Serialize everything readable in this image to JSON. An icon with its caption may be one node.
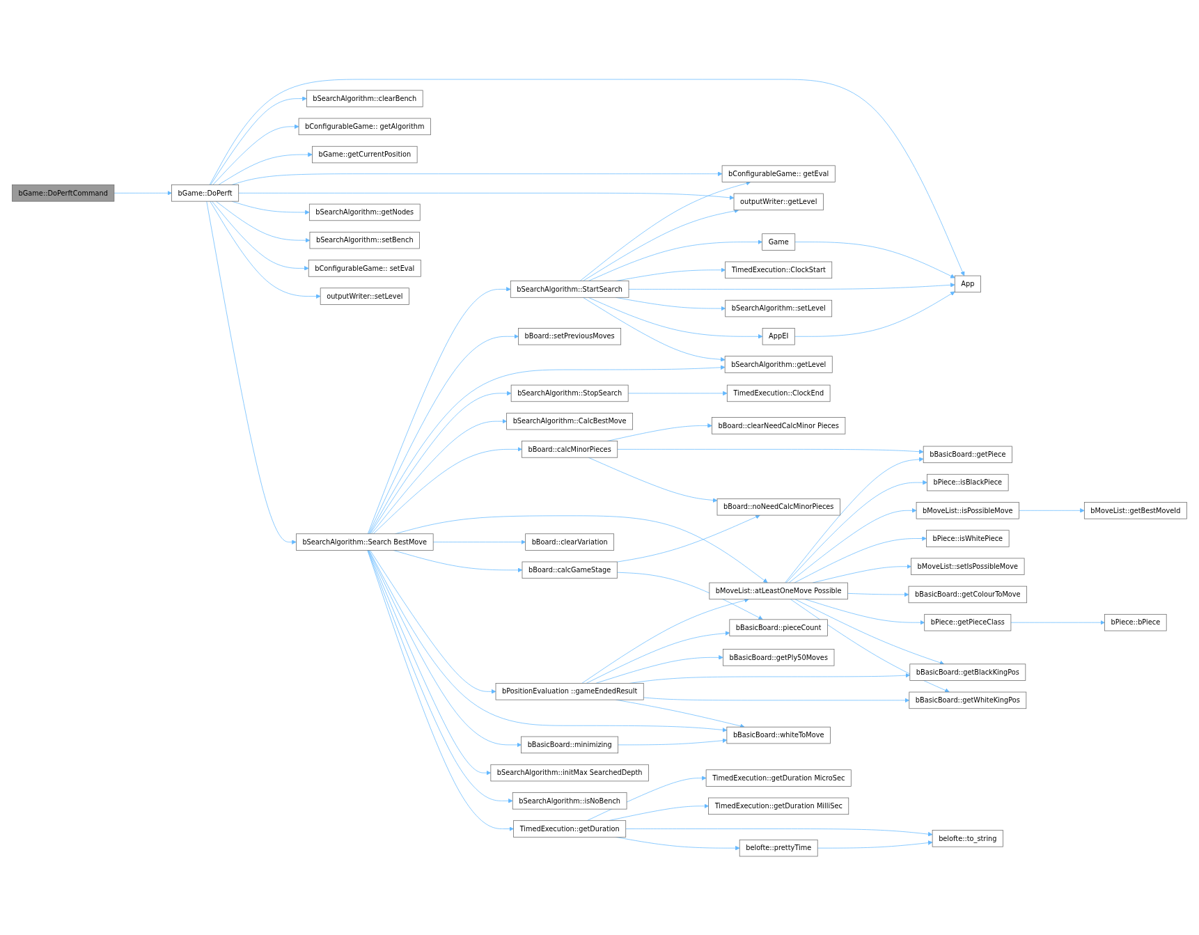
{
  "diagram": {
    "nodes": [
      {
        "text": [
          "bGame::DoPerftCommand"
        ]
      },
      {
        "text": [
          "bGame::DoPerft"
        ]
      },
      {
        "text": [
          "bSearchAlgorithm::clearBench"
        ]
      },
      {
        "text": [
          "bConfigurableGame:: getAlgorithm"
        ]
      },
      {
        "text": [
          "bGame::getCurrentPosition"
        ]
      },
      {
        "text": [
          "bSearchAlgorithm::getNodes"
        ]
      },
      {
        "text": [
          "bSearchAlgorithm::Search BestMove"
        ]
      },
      {
        "text": [
          "bSearchAlgorithm::setBench"
        ]
      },
      {
        "text": [
          "bConfigurableGame:: setEval"
        ]
      },
      {
        "text": [
          "outputWriter::setLevel"
        ]
      },
      {
        "text": [
          "bSearchAlgorithm::StartSearch"
        ]
      },
      {
        "text": [
          "bBoard::setPreviousMoves"
        ]
      },
      {
        "text": [
          "bSearchAlgorithm::StopSearch"
        ]
      },
      {
        "text": [
          "bSearchAlgorithm::CalcBestMove"
        ]
      },
      {
        "text": [
          "bBoard::calcMinorPieces"
        ]
      },
      {
        "text": [
          "bBoard::clearVariation"
        ]
      },
      {
        "text": [
          "bBoard::calcGameStage"
        ]
      },
      {
        "text": [
          "bPositionEvaluation ::gameEndedResult"
        ]
      },
      {
        "text": [
          "bBasicBoard::minimizing"
        ]
      },
      {
        "text": [
          "bSearchAlgorithm::initMax SearchedDepth"
        ]
      },
      {
        "text": [
          "bSearchAlgorithm::isNoBench"
        ]
      },
      {
        "text": [
          "TimedExecution::getDuration"
        ]
      },
      {
        "text": [
          "bConfigurableGame:: getEval"
        ]
      },
      {
        "text": [
          "outputWriter::getLevel"
        ]
      },
      {
        "text": [
          "Game"
        ]
      },
      {
        "text": [
          "TimedExecution::ClockStart"
        ]
      },
      {
        "text": [
          "bSearchAlgorithm::setLevel"
        ]
      },
      {
        "text": [
          "AppEI"
        ]
      },
      {
        "text": [
          "bSearchAlgorithm::getLevel"
        ]
      },
      {
        "text": [
          "TimedExecution::ClockEnd"
        ]
      },
      {
        "text": [
          "bBoard::clearNeedCalcMinor Pieces"
        ]
      },
      {
        "text": [
          "bBoard::noNeedCalcMinorPieces"
        ]
      },
      {
        "text": [
          "bMoveList::atLeastOneMove Possible"
        ]
      },
      {
        "text": [
          "bBasicBoard::pieceCount"
        ]
      },
      {
        "text": [
          "bBasicBoard::getPly50Moves"
        ]
      },
      {
        "text": [
          "bBasicBoard::whiteToMove"
        ]
      },
      {
        "text": [
          "TimedExecution::getDuration MicroSec"
        ]
      },
      {
        "text": [
          "TimedExecution::getDuration MilliSec"
        ]
      },
      {
        "text": [
          "belofte::prettyTime"
        ]
      },
      {
        "text": [
          "App"
        ]
      },
      {
        "text": [
          "bBasicBoard::getPiece"
        ]
      },
      {
        "text": [
          "bPiece::isBlackPiece"
        ]
      },
      {
        "text": [
          "bMoveList::isPossibleMove"
        ]
      },
      {
        "text": [
          "bPiece::isWhitePiece"
        ]
      },
      {
        "text": [
          "bMoveList::setIsPossibleMove"
        ]
      },
      {
        "text": [
          "bBasicBoard::getColourToMove"
        ]
      },
      {
        "text": [
          "bPiece::getPieceClass"
        ]
      },
      {
        "text": [
          "bBasicBoard::getBlackKingPos"
        ]
      },
      {
        "text": [
          "bBasicBoard::getWhiteKingPos"
        ]
      },
      {
        "text": [
          "belofte::to_string"
        ]
      },
      {
        "text": [
          "bMoveList::getBestMoveId"
        ]
      },
      {
        "text": [
          "bPiece::bPiece"
        ]
      }
    ],
    "edges": [
      {
        "from": 0,
        "to": 1,
        "arrow": "to"
      },
      {
        "from": 1,
        "to": 39,
        "arrow": "to"
      },
      {
        "from": 1,
        "to": 2,
        "arrow": "to"
      },
      {
        "from": 1,
        "to": 3,
        "arrow": "to"
      },
      {
        "from": 1,
        "to": 4,
        "arrow": "to"
      },
      {
        "from": 1,
        "to": 22,
        "arrow": "to"
      },
      {
        "from": 1,
        "to": 23,
        "arrow": "to"
      },
      {
        "from": 1,
        "to": 5,
        "arrow": "to"
      },
      {
        "from": 1,
        "to": 7,
        "arrow": "to"
      },
      {
        "from": 1,
        "to": 8,
        "arrow": "to"
      },
      {
        "from": 1,
        "to": 9,
        "arrow": "to"
      },
      {
        "from": 1,
        "to": 6,
        "arrow": "to"
      },
      {
        "from": 6,
        "to": 10,
        "arrow": "to"
      },
      {
        "from": 6,
        "to": 11,
        "arrow": "to"
      },
      {
        "from": 6,
        "to": 28,
        "arrow": "to"
      },
      {
        "from": 6,
        "to": 12,
        "arrow": "to"
      },
      {
        "from": 6,
        "to": 13,
        "arrow": "to"
      },
      {
        "from": 6,
        "to": 14,
        "arrow": "to"
      },
      {
        "from": 6,
        "to": 32,
        "arrow": "to"
      },
      {
        "from": 6,
        "to": 15,
        "arrow": "to"
      },
      {
        "from": 6,
        "to": 16,
        "arrow": "to"
      },
      {
        "from": 6,
        "to": 17,
        "arrow": "to"
      },
      {
        "from": 6,
        "to": 35,
        "arrow": "to"
      },
      {
        "from": 6,
        "to": 18,
        "arrow": "to"
      },
      {
        "from": 6,
        "to": 19,
        "arrow": "to"
      },
      {
        "from": 6,
        "to": 20,
        "arrow": "to"
      },
      {
        "from": 6,
        "to": 21,
        "arrow": "to"
      },
      {
        "from": 10,
        "to": 22,
        "arrow": "to"
      },
      {
        "from": 10,
        "to": 23,
        "arrow": "to"
      },
      {
        "from": 10,
        "to": 24,
        "arrow": "to"
      },
      {
        "from": 10,
        "to": 25,
        "arrow": "to"
      },
      {
        "from": 10,
        "to": 39,
        "arrow": "to"
      },
      {
        "from": 10,
        "to": 26,
        "arrow": "to"
      },
      {
        "from": 10,
        "to": 27,
        "arrow": "to"
      },
      {
        "from": 10,
        "to": 28,
        "arrow": "to"
      },
      {
        "from": 24,
        "to": 39,
        "arrow": "to"
      },
      {
        "from": 27,
        "to": 39,
        "arrow": "to"
      },
      {
        "from": 12,
        "to": 29,
        "arrow": "to"
      },
      {
        "from": 14,
        "to": 30,
        "arrow": "to"
      },
      {
        "from": 14,
        "to": 40,
        "arrow": "to"
      },
      {
        "from": 14,
        "to": 31,
        "arrow": "to"
      },
      {
        "from": 16,
        "to": 31,
        "arrow": "to"
      },
      {
        "from": 16,
        "to": 33,
        "arrow": "to"
      },
      {
        "from": 17,
        "to": 32,
        "arrow": "to"
      },
      {
        "from": 17,
        "to": 33,
        "arrow": "to"
      },
      {
        "from": 17,
        "to": 34,
        "arrow": "to"
      },
      {
        "from": 17,
        "to": 47,
        "arrow": "to"
      },
      {
        "from": 17,
        "to": 48,
        "arrow": "to"
      },
      {
        "from": 17,
        "to": 35,
        "arrow": "to"
      },
      {
        "from": 18,
        "to": 35,
        "arrow": "to"
      },
      {
        "from": 21,
        "to": 36,
        "arrow": "to"
      },
      {
        "from": 21,
        "to": 37,
        "arrow": "to"
      },
      {
        "from": 21,
        "to": 49,
        "arrow": "to"
      },
      {
        "from": 21,
        "to": 38,
        "arrow": "to"
      },
      {
        "from": 38,
        "to": 49,
        "arrow": "to"
      },
      {
        "from": 32,
        "to": 40,
        "arrow": "to"
      },
      {
        "from": 32,
        "to": 41,
        "arrow": "to"
      },
      {
        "from": 32,
        "to": 42,
        "arrow": "to"
      },
      {
        "from": 32,
        "to": 43,
        "arrow": "to"
      },
      {
        "from": 32,
        "to": 44,
        "arrow": "to"
      },
      {
        "from": 32,
        "to": 45,
        "arrow": "to"
      },
      {
        "from": 32,
        "to": 46,
        "arrow": "to"
      },
      {
        "from": 32,
        "to": 47,
        "arrow": "to"
      },
      {
        "from": 32,
        "to": 48,
        "arrow": "to"
      },
      {
        "from": 42,
        "to": 50,
        "arrow": "to"
      },
      {
        "from": 46,
        "to": 51,
        "arrow": "to"
      }
    ]
  }
}
